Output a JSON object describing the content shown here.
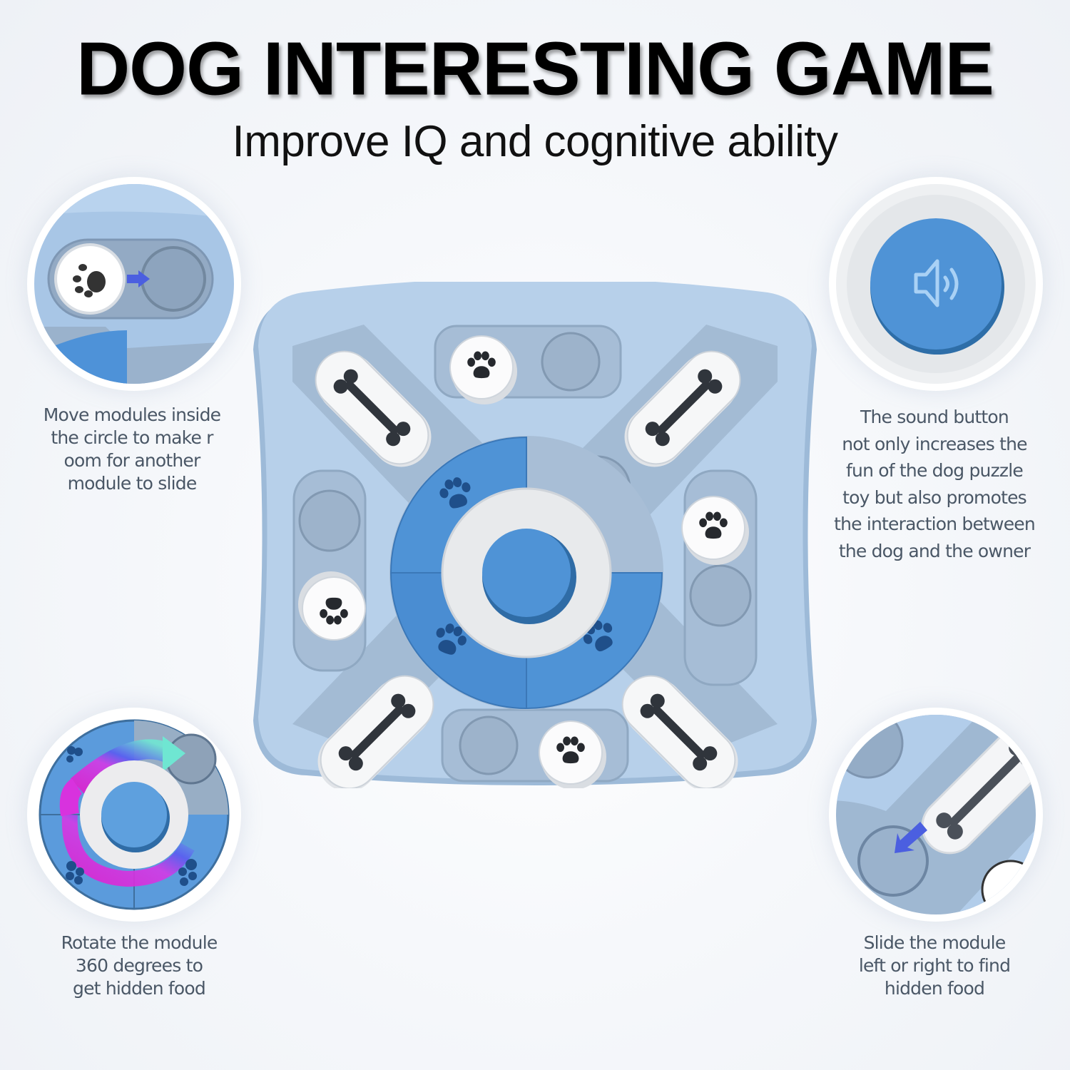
{
  "header": {
    "title": "DOG INTERESTING GAME",
    "subtitle": "Improve IQ and cognitive ability"
  },
  "features": [
    {
      "id": "slide-module",
      "position": "top-left",
      "icon": "paw-slider-arrow-right",
      "caption_lines": [
        "Move modules inside",
        "the circle to make r",
        "oom for another",
        "module to slide"
      ]
    },
    {
      "id": "sound-button",
      "position": "top-right",
      "icon": "speaker-icon",
      "caption_lines": [
        "The sound button",
        "not only increases the",
        "fun of the dog puzzle",
        "toy but also promotes",
        "the interaction between",
        "the dog and the owner"
      ]
    },
    {
      "id": "rotate-module",
      "position": "bottom-left",
      "icon": "rotate-arrow",
      "caption_lines": [
        "Rotate the module",
        "360 degrees to",
        "get hidden food"
      ]
    },
    {
      "id": "slide-bone",
      "position": "bottom-right",
      "icon": "bone-slider-arrow",
      "caption_lines": [
        "Slide the module",
        "left or right to find",
        "hidden food"
      ]
    }
  ],
  "colors": {
    "board": "#b5cfe8",
    "board_dark": "#9dbad8",
    "well": "#a9bdd3",
    "rotor_blue": "#4f93d6",
    "paw_dark": "#1f4f8a",
    "module_white": "#f4f5f7",
    "caption_text": "#4a5766",
    "arrow_blue": "#4b63e0"
  }
}
